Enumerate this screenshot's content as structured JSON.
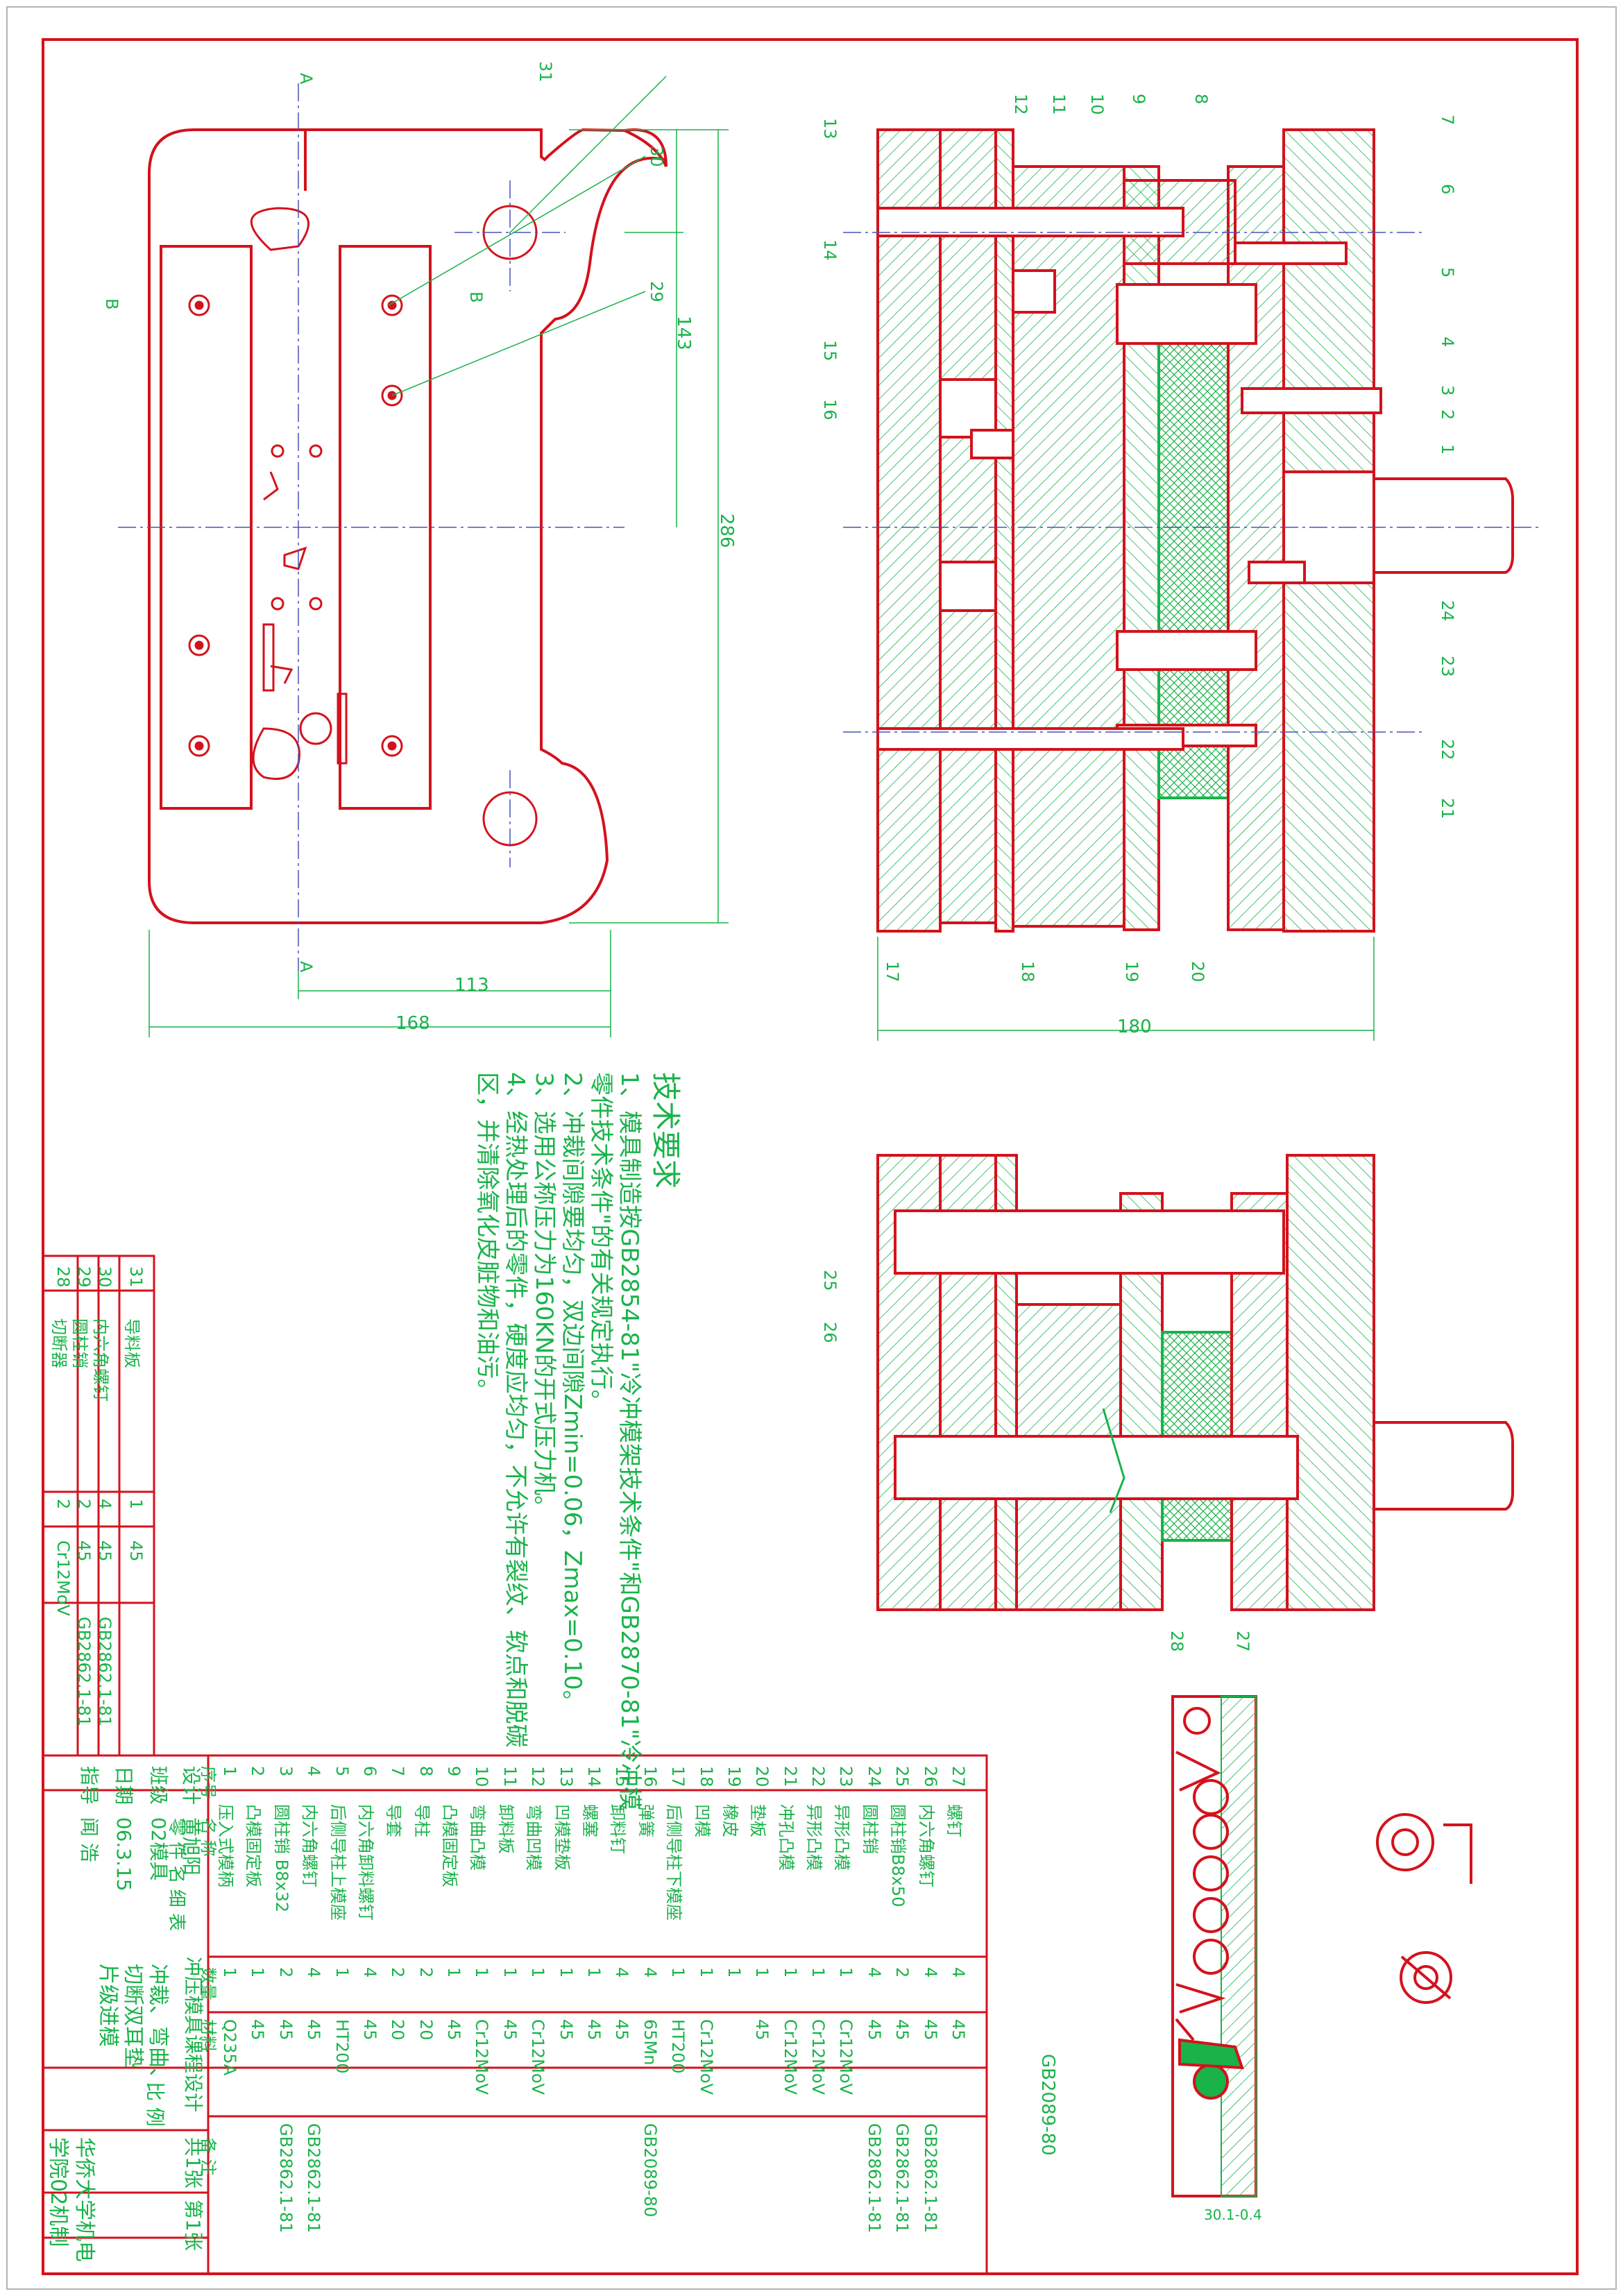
{
  "tech_requirements": {
    "title": "技术要求",
    "items": [
      "1、模具制造按GB2854-81\"冷冲模架技术条件\"和GB2870-81\"冷冲模",
      "零件技术条件\"的有关规定执行。",
      "2、冲裁间隙要均匀，双边间隙Zmin=0.06，Zmax=0.10。",
      "3、选用公称压力为160KN的开式压力机。",
      "4、经热处理后的零件，硬度应均匀，不允许有裂纹、软点和脱碳",
      "区，并清除氧化皮脏物和油污。"
    ]
  },
  "dimensions": {
    "d168": "168",
    "d113": "113",
    "d143": "143",
    "d286": "286",
    "d180": "180"
  },
  "section_labels": {
    "a_top": "A",
    "a_bottom": "A",
    "b_left": "B",
    "b_right": "B"
  },
  "balloons_main": [
    "1",
    "2",
    "3",
    "4",
    "5",
    "6",
    "7",
    "8",
    "9",
    "10",
    "11",
    "12",
    "13",
    "14",
    "15",
    "16",
    "17",
    "18",
    "19",
    "20",
    "21",
    "22",
    "23",
    "24"
  ],
  "balloons_plan": [
    "31",
    "30",
    "29"
  ],
  "balloons_section": [
    "25",
    "26",
    "27",
    "28"
  ],
  "strip": {
    "dim_bottom": "30.1-0.4",
    "standard": "GB2089-80"
  },
  "bom_upper": {
    "rows": [
      {
        "no": "31",
        "name": "导料板",
        "qty": "1",
        "material": "45",
        "note": ""
      },
      {
        "no": "30",
        "name": "内六角螺钉",
        "qty": "4",
        "material": "45",
        "note": "GB2862.1-81"
      },
      {
        "no": "29",
        "name": "圆柱销",
        "qty": "2",
        "material": "45",
        "note": "GB2862.1-81"
      },
      {
        "no": "28",
        "name": "切断器",
        "qty": "2",
        "material": "Cr12MoV",
        "note": ""
      }
    ]
  },
  "bom_main": {
    "rows": [
      {
        "no": "27",
        "name": "螺钉",
        "qty": "4",
        "material": "45",
        "note": ""
      },
      {
        "no": "26",
        "name": "内六角螺钉",
        "qty": "4",
        "material": "45",
        "note": "GB2862.1-81"
      },
      {
        "no": "25",
        "name": "圆柱销B8x50",
        "qty": "2",
        "material": "45",
        "note": "GB2862.1-81"
      },
      {
        "no": "24",
        "name": "圆柱销",
        "qty": "4",
        "material": "45",
        "note": "GB2862.1-81"
      },
      {
        "no": "23",
        "name": "异形凸模",
        "qty": "1",
        "material": "Cr12MoV",
        "note": ""
      },
      {
        "no": "22",
        "name": "异形凸模",
        "qty": "1",
        "material": "Cr12MoV",
        "note": ""
      },
      {
        "no": "21",
        "name": "冲孔凸模",
        "qty": "1",
        "material": "Cr12MoV",
        "note": ""
      },
      {
        "no": "20",
        "name": "垫板",
        "qty": "1",
        "material": "45",
        "note": ""
      },
      {
        "no": "19",
        "name": "橡皮",
        "qty": "1",
        "material": "",
        "note": ""
      },
      {
        "no": "18",
        "name": "凹模",
        "qty": "1",
        "material": "Cr12MoV",
        "note": ""
      },
      {
        "no": "17",
        "name": "后侧导柱下模座",
        "qty": "1",
        "material": "HT200",
        "note": ""
      },
      {
        "no": "16",
        "name": "弹簧",
        "qty": "4",
        "material": "65Mn",
        "note": "GB2089-80"
      },
      {
        "no": "15",
        "name": "卸料钉",
        "qty": "4",
        "material": "45",
        "note": ""
      },
      {
        "no": "14",
        "name": "螺塞",
        "qty": "1",
        "material": "45",
        "note": ""
      },
      {
        "no": "13",
        "name": "凹模垫板",
        "qty": "1",
        "material": "45",
        "note": ""
      },
      {
        "no": "12",
        "name": "弯曲凹模",
        "qty": "1",
        "material": "Cr12MoV",
        "note": ""
      },
      {
        "no": "11",
        "name": "卸料板",
        "qty": "1",
        "material": "45",
        "note": ""
      },
      {
        "no": "10",
        "name": "弯曲凸模",
        "qty": "1",
        "material": "Cr12MoV",
        "note": ""
      },
      {
        "no": "9",
        "name": "凸模固定板",
        "qty": "1",
        "material": "45",
        "note": ""
      },
      {
        "no": "8",
        "name": "导柱",
        "qty": "2",
        "material": "20",
        "note": ""
      },
      {
        "no": "7",
        "name": "导套",
        "qty": "2",
        "material": "20",
        "note": ""
      },
      {
        "no": "6",
        "name": "内六角卸料螺钉",
        "qty": "4",
        "material": "45",
        "note": ""
      },
      {
        "no": "5",
        "name": "后侧导柱上模座",
        "qty": "1",
        "material": "HT200",
        "note": ""
      },
      {
        "no": "4",
        "name": "内六角螺钉",
        "qty": "4",
        "material": "45",
        "note": "GB2862.1-81"
      },
      {
        "no": "3",
        "name": "圆柱销 B8x32",
        "qty": "2",
        "material": "45",
        "note": "GB2862.1-81"
      },
      {
        "no": "2",
        "name": "凸模固定板",
        "qty": "1",
        "material": "45",
        "note": ""
      },
      {
        "no": "1",
        "name": "压入式模柄",
        "qty": "1",
        "material": "Q235A",
        "note": ""
      }
    ],
    "header": {
      "no": "序号",
      "name": "名  称",
      "qty": "数量",
      "material": "材料",
      "note": "备  注"
    },
    "parts_list_title": "零  件  名  细  表"
  },
  "title_block": {
    "design_label": "设计",
    "designer": "黄旭阳",
    "class_label": "班级",
    "class_value": "02模具",
    "date_label": "日期",
    "date_value": "06.3.15",
    "guide_label": "指导",
    "guide_name": "闻 浩",
    "course": "冲压模具课程设计",
    "scale_label": "比 例",
    "drawing_title_1": "冲裁、弯曲、",
    "drawing_title_2": "切断双耳垫",
    "drawing_title_3": "片级进模",
    "sheets_total": "共1张",
    "sheet_no": "第1张",
    "school_1": "华侨大学机电",
    "school_2": "学院02机制"
  },
  "colors": {
    "outline": "#d4121c",
    "text": "#19b34a",
    "center": "#4a52b8",
    "dim": "#d42c8c"
  }
}
